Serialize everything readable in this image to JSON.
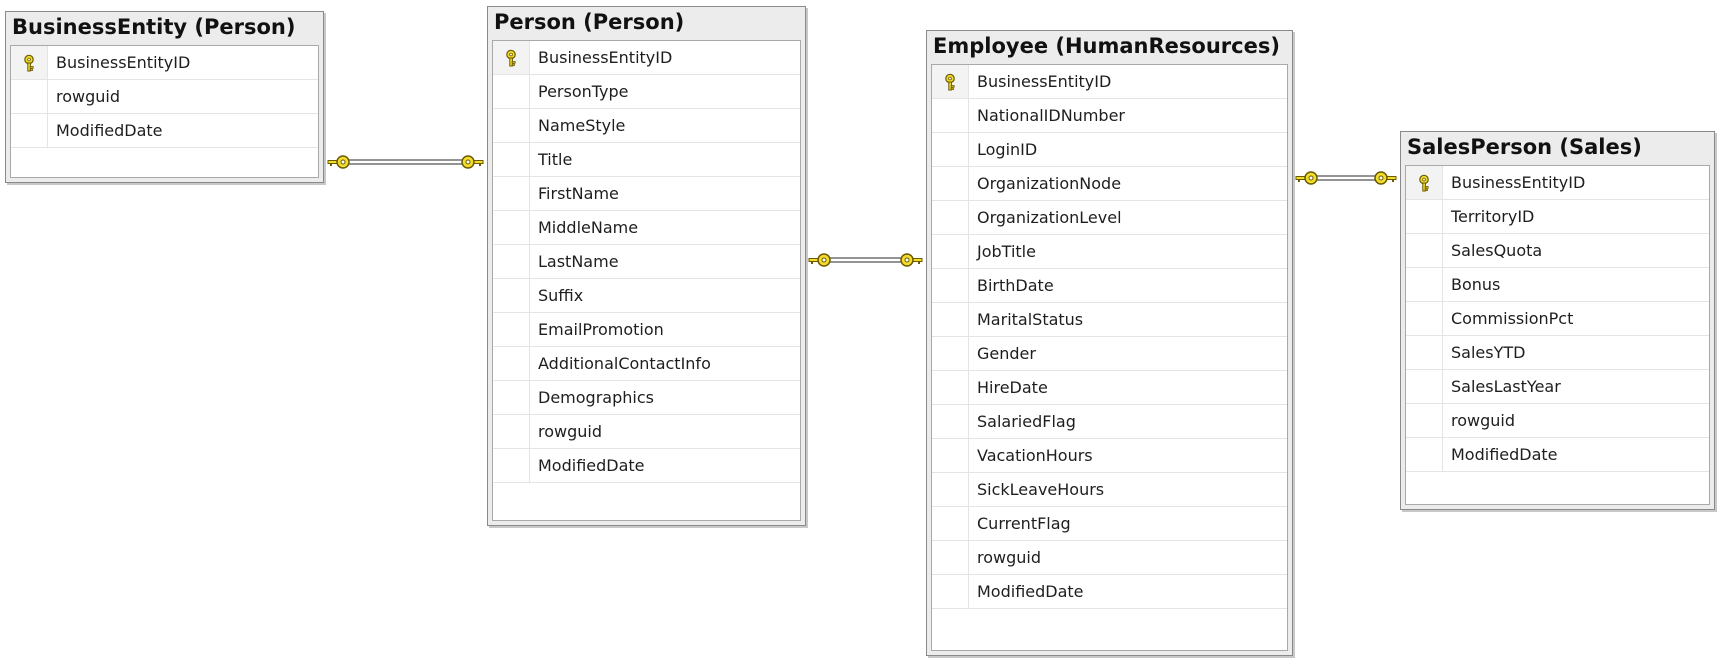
{
  "diagram": {
    "tables": [
      {
        "id": "business-entity",
        "title": "BusinessEntity (Person)",
        "columns": [
          {
            "name": "BusinessEntityID",
            "primary_key": true
          },
          {
            "name": "rowguid",
            "primary_key": false
          },
          {
            "name": "ModifiedDate",
            "primary_key": false
          }
        ]
      },
      {
        "id": "person",
        "title": "Person (Person)",
        "columns": [
          {
            "name": "BusinessEntityID",
            "primary_key": true
          },
          {
            "name": "PersonType",
            "primary_key": false
          },
          {
            "name": "NameStyle",
            "primary_key": false
          },
          {
            "name": "Title",
            "primary_key": false
          },
          {
            "name": "FirstName",
            "primary_key": false
          },
          {
            "name": "MiddleName",
            "primary_key": false
          },
          {
            "name": "LastName",
            "primary_key": false
          },
          {
            "name": "Suffix",
            "primary_key": false
          },
          {
            "name": "EmailPromotion",
            "primary_key": false
          },
          {
            "name": "AdditionalContactInfo",
            "primary_key": false
          },
          {
            "name": "Demographics",
            "primary_key": false
          },
          {
            "name": "rowguid",
            "primary_key": false
          },
          {
            "name": "ModifiedDate",
            "primary_key": false
          }
        ]
      },
      {
        "id": "employee",
        "title": "Employee (HumanResources)",
        "columns": [
          {
            "name": "BusinessEntityID",
            "primary_key": true
          },
          {
            "name": "NationalIDNumber",
            "primary_key": false
          },
          {
            "name": "LoginID",
            "primary_key": false
          },
          {
            "name": "OrganizationNode",
            "primary_key": false
          },
          {
            "name": "OrganizationLevel",
            "primary_key": false
          },
          {
            "name": "JobTitle",
            "primary_key": false
          },
          {
            "name": "BirthDate",
            "primary_key": false
          },
          {
            "name": "MaritalStatus",
            "primary_key": false
          },
          {
            "name": "Gender",
            "primary_key": false
          },
          {
            "name": "HireDate",
            "primary_key": false
          },
          {
            "name": "SalariedFlag",
            "primary_key": false
          },
          {
            "name": "VacationHours",
            "primary_key": false
          },
          {
            "name": "SickLeaveHours",
            "primary_key": false
          },
          {
            "name": "CurrentFlag",
            "primary_key": false
          },
          {
            "name": "rowguid",
            "primary_key": false
          },
          {
            "name": "ModifiedDate",
            "primary_key": false
          }
        ]
      },
      {
        "id": "sales-person",
        "title": "SalesPerson (Sales)",
        "columns": [
          {
            "name": "BusinessEntityID",
            "primary_key": true
          },
          {
            "name": "TerritoryID",
            "primary_key": false
          },
          {
            "name": "SalesQuota",
            "primary_key": false
          },
          {
            "name": "Bonus",
            "primary_key": false
          },
          {
            "name": "CommissionPct",
            "primary_key": false
          },
          {
            "name": "SalesYTD",
            "primary_key": false
          },
          {
            "name": "SalesLastYear",
            "primary_key": false
          },
          {
            "name": "rowguid",
            "primary_key": false
          },
          {
            "name": "ModifiedDate",
            "primary_key": false
          }
        ]
      }
    ],
    "relationships": [
      {
        "from": "business-entity",
        "to": "person",
        "type": "one-to-one"
      },
      {
        "from": "person",
        "to": "employee",
        "type": "one-to-one"
      },
      {
        "from": "employee",
        "to": "sales-person",
        "type": "one-to-one"
      }
    ],
    "colors": {
      "key_icon": "#f2dd2c",
      "key_outline": "#6b5a00",
      "relationship_line": "#707070",
      "title_bar": "#ececec"
    }
  }
}
